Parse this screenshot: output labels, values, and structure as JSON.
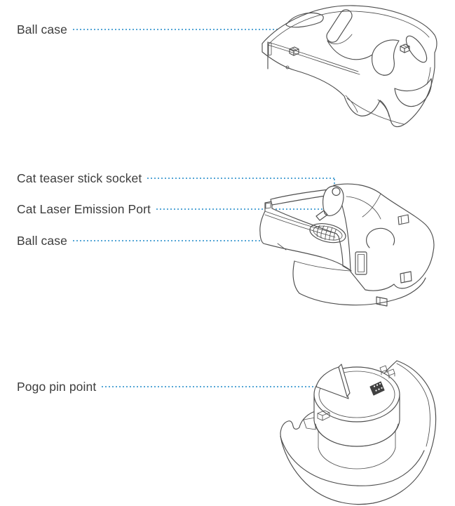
{
  "document": {
    "type": "product-parts-diagram"
  },
  "colors": {
    "background": "#ffffff",
    "label_text": "#3d3d3d",
    "leader_dot": "#55a6d6",
    "line_art": "#4e4e4e",
    "pogo_pin": "#414141"
  },
  "figures": [
    {
      "id": "top-cover",
      "illustration": "ball-case-top-cover-line-art",
      "labels": [
        {
          "text": "Ball case"
        }
      ]
    },
    {
      "id": "main-unit",
      "illustration": "laser-unit-with-ball-case-line-art",
      "labels": [
        {
          "text": "Cat teaser stick socket"
        },
        {
          "text": "Cat Laser Emission Port"
        },
        {
          "text": "Ball case"
        }
      ]
    },
    {
      "id": "base",
      "illustration": "base-station-line-art",
      "labels": [
        {
          "text": "Pogo pin point"
        }
      ]
    }
  ]
}
